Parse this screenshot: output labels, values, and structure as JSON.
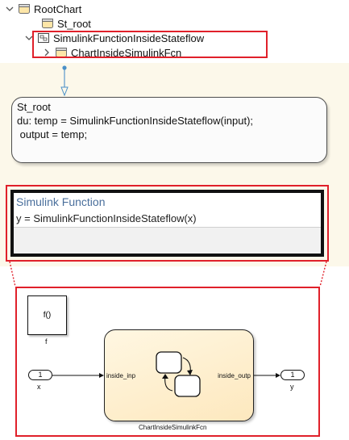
{
  "tree": {
    "items": [
      {
        "label": "RootChart"
      },
      {
        "label": "St_root"
      },
      {
        "label": "SimulinkFunctionInsideStateflow"
      },
      {
        "label": "ChartInsideSimulinkFcn"
      }
    ]
  },
  "state": {
    "name": "St_root",
    "action_line1": "du: temp = SimulinkFunctionInsideStateflow(input);",
    "action_line2": " output = temp;"
  },
  "simulink_function": {
    "title": "Simulink Function",
    "signature": "y = SimulinkFunctionInsideStateflow(x)"
  },
  "simulink": {
    "function_block_text": "f()",
    "function_block_name": "f",
    "inport_number": "1",
    "inport_name": "x",
    "outport_number": "1",
    "outport_name": "y",
    "chart_input_port": "inside_inp",
    "chart_output_port": "inside_outp",
    "chart_name": "ChartInsideSimulinkFcn"
  },
  "colors": {
    "highlight": "#e0202a",
    "function_title": "#4a6f9c",
    "canvas": "#fcf8ea"
  }
}
